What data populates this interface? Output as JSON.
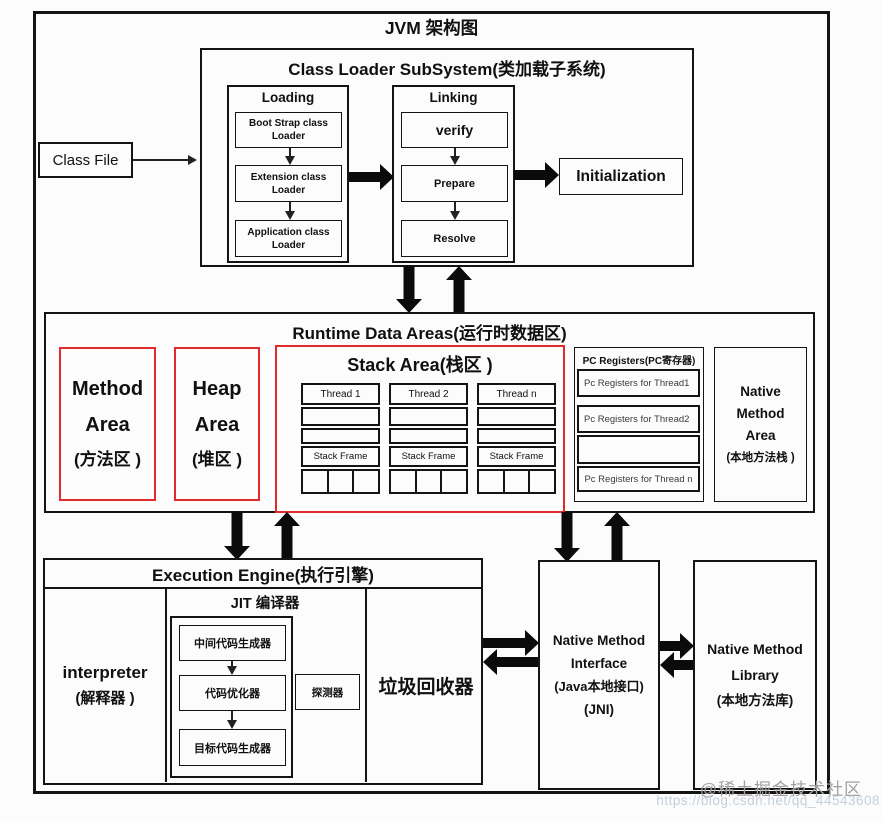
{
  "title": "JVM 架构图",
  "colors": {
    "red": "#e02b2b",
    "line": "#141414"
  },
  "class_file": {
    "label": "Class File"
  },
  "class_loader": {
    "title": "Class Loader SubSystem(类加载子系统)",
    "loading": {
      "title": "Loading",
      "items": [
        "Boot Strap class Loader",
        "Extension class Loader",
        "Application class Loader"
      ]
    },
    "linking": {
      "title": "Linking",
      "items": [
        "verify",
        "Prepare",
        "Resolve"
      ]
    },
    "initialization": {
      "label": "Initialization"
    }
  },
  "runtime": {
    "title": "Runtime Data Areas(运行时数据区)",
    "method_area": {
      "line1": "Method",
      "line2": "Area",
      "line3": "(方法区 )"
    },
    "heap_area": {
      "line1": "Heap",
      "line2": "Area",
      "line3": "(堆区 )"
    },
    "stack_area": {
      "title": "Stack Area(栈区 )",
      "threads": [
        {
          "name": "Thread 1",
          "frame": "Stack Frame"
        },
        {
          "name": "Thread 2",
          "frame": "Stack Frame"
        },
        {
          "name": "Thread n",
          "frame": "Stack Frame"
        }
      ]
    },
    "pc_registers": {
      "title": "PC Registers(PC寄存器)",
      "row1": "Pc Registers for Thread1",
      "row2": "Pc Registers for Thread2",
      "row3": "Pc Registers for Thread n"
    },
    "native_method_area": {
      "line1": "Native",
      "line2": "Method",
      "line3": "Area",
      "line4": "(本地方法栈 )"
    }
  },
  "execution_engine": {
    "title": "Execution Engine(执行引擎)",
    "interpreter": {
      "line1": "interpreter",
      "line2": "(解释器 )"
    },
    "jit": {
      "title": "JIT 编译器",
      "items": [
        "中间代码生成器",
        "代码优化器",
        "目标代码生成器"
      ],
      "probe": "探测器"
    },
    "gc": {
      "label": "垃圾回收器"
    }
  },
  "native_method_interface": {
    "line1": "Native Method",
    "line2": "Interface",
    "line3": "(Java本地接口)",
    "line4": "(JNI)"
  },
  "native_method_library": {
    "line1": "Native Method",
    "line2": "Library",
    "line3": "(本地方法库)"
  },
  "watermark": {
    "community": "@稀土掘金技术社区",
    "url": "https://blog.csdn.net/qq_44543608"
  }
}
